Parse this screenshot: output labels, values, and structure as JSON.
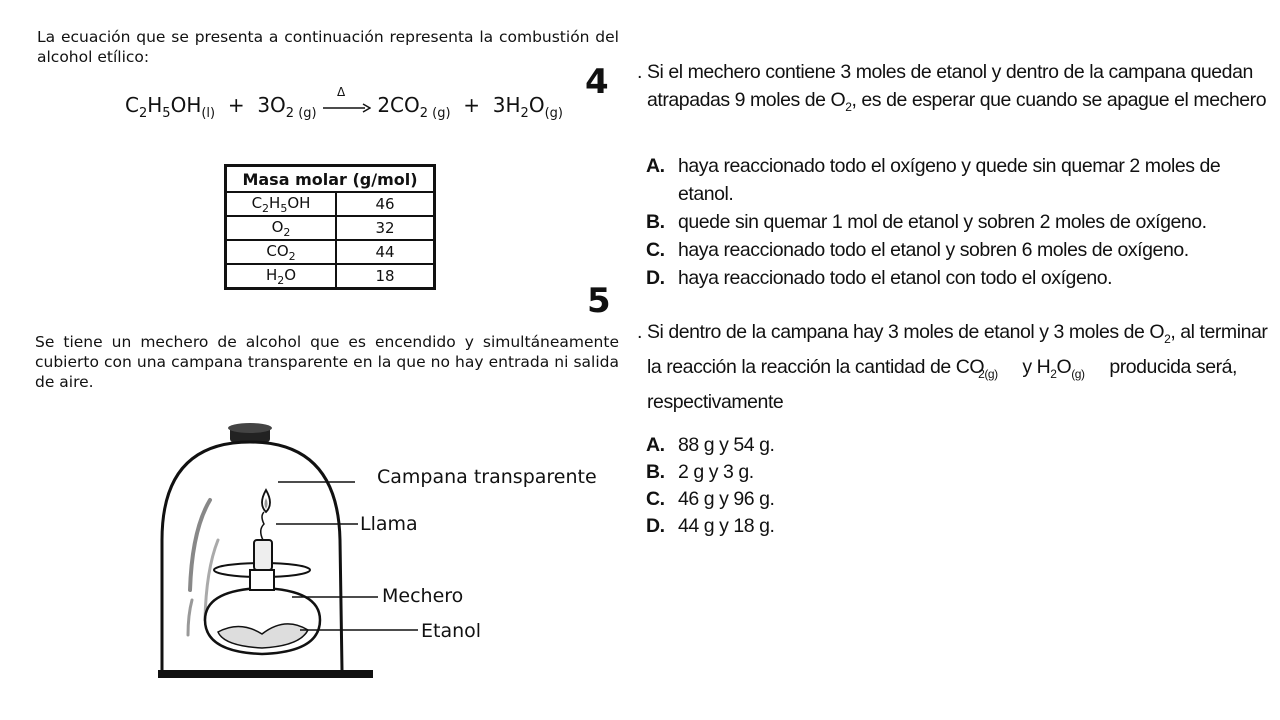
{
  "intro": "La ecuación que se presenta a continuación representa la combustión del alcohol etílico:",
  "equation": {
    "reactant1": "C",
    "r1s1": "2",
    "r1b": "H",
    "r1s2": "5",
    "r1c": "OH",
    "r1state": "(l)",
    "plus1": "+",
    "reactant2": "3O",
    "r2s": "2 (g)",
    "delta": "Δ",
    "product1": "2CO",
    "p1s": "2 (g)",
    "plus2": "+",
    "product2": "3H",
    "p2s1": "2",
    "p2b": "O",
    "p2state": "(g)"
  },
  "table": {
    "header": "Masa molar (g/mol)",
    "rows": [
      {
        "pre": "C",
        "s1": "2",
        "mid": "H",
        "s2": "5",
        "post": "OH",
        "value": "46"
      },
      {
        "pre": "O",
        "s1": "2",
        "mid": "",
        "s2": "",
        "post": "",
        "value": "32"
      },
      {
        "pre": "CO",
        "s1": "2",
        "mid": "",
        "s2": "",
        "post": "",
        "value": "44"
      },
      {
        "pre": "H",
        "s1": "2",
        "mid": "O",
        "s2": "",
        "post": "",
        "value": "18"
      }
    ]
  },
  "setup": "Se tiene un mechero de alcohol que es encendido y simultáneamente cubierto con una campana transparente en la que no hay entrada ni salida de aire.",
  "figure_labels": {
    "campana": "Campana transparente",
    "llama": "Llama",
    "mechero": "Mechero",
    "etanol": "Etanol"
  },
  "q4": {
    "number": "4",
    "line1": "Si el mechero contiene 3 moles de etanol y dentro de la campana quedan",
    "line2a": "atrapadas 9 moles de O",
    "line2sub": "2",
    "line2b": ", es de esperar que cuando se apague el mechero",
    "options": [
      {
        "letter": "A.",
        "text": "haya reaccionado todo el oxígeno y quede sin quemar 2 moles de",
        "cont": "etanol."
      },
      {
        "letter": "B.",
        "text": "quede sin quemar 1 mol de etanol y sobren 2 moles de oxígeno."
      },
      {
        "letter": "C.",
        "text": "haya reaccionado todo el etanol y sobren 6 moles de oxígeno."
      },
      {
        "letter": "D.",
        "text": "haya reaccionado todo el etanol con todo el oxígeno."
      }
    ]
  },
  "q5": {
    "number": "5",
    "line1a": "Si dentro de la campana hay 3 moles de etanol y 3 moles de O",
    "line1sub": "2",
    "line1b": ", al terminar",
    "line2a": "la reacción la reacción la cantidad de CO",
    "line2sub1": "2(g)",
    "line2b": " y H",
    "line2sub2": "2",
    "line2c": "O",
    "line2sub3": "(g)",
    "line2d": " producida será,",
    "line3": "respectivamente",
    "options": [
      {
        "letter": "A.",
        "text": "88 g y 54 g."
      },
      {
        "letter": "B.",
        "text": "2 g y 3 g."
      },
      {
        "letter": "C.",
        "text": "46 g y 96 g."
      },
      {
        "letter": "D.",
        "text": "44 g y 18 g."
      }
    ]
  }
}
